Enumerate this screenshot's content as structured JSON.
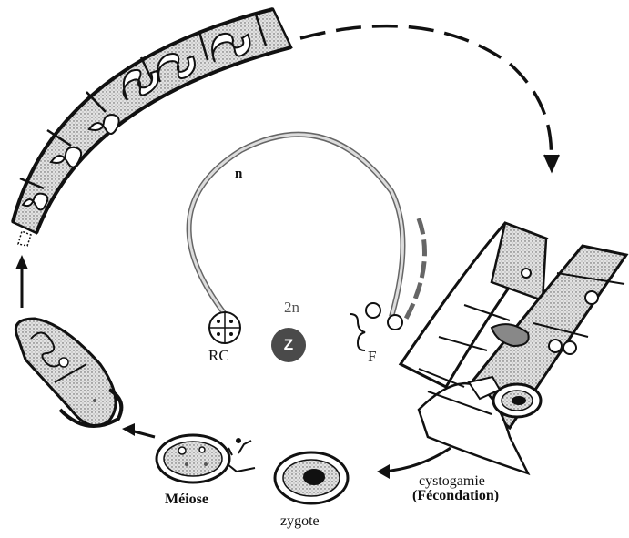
{
  "labels": {
    "ploidy_haploid": "n",
    "ploidy_diploid": "2n",
    "reproductive_cell": "RC",
    "filament": "F",
    "zygote_symbol": "Z",
    "cystogamy": "cystogamie",
    "fertilization": "(Fécondation)",
    "meiosis": "Méiose",
    "zygote": "zygote"
  },
  "colors": {
    "ink": "#111111",
    "stipple": "#c9c9c9",
    "zygote_badge": "#4a4a4a"
  }
}
